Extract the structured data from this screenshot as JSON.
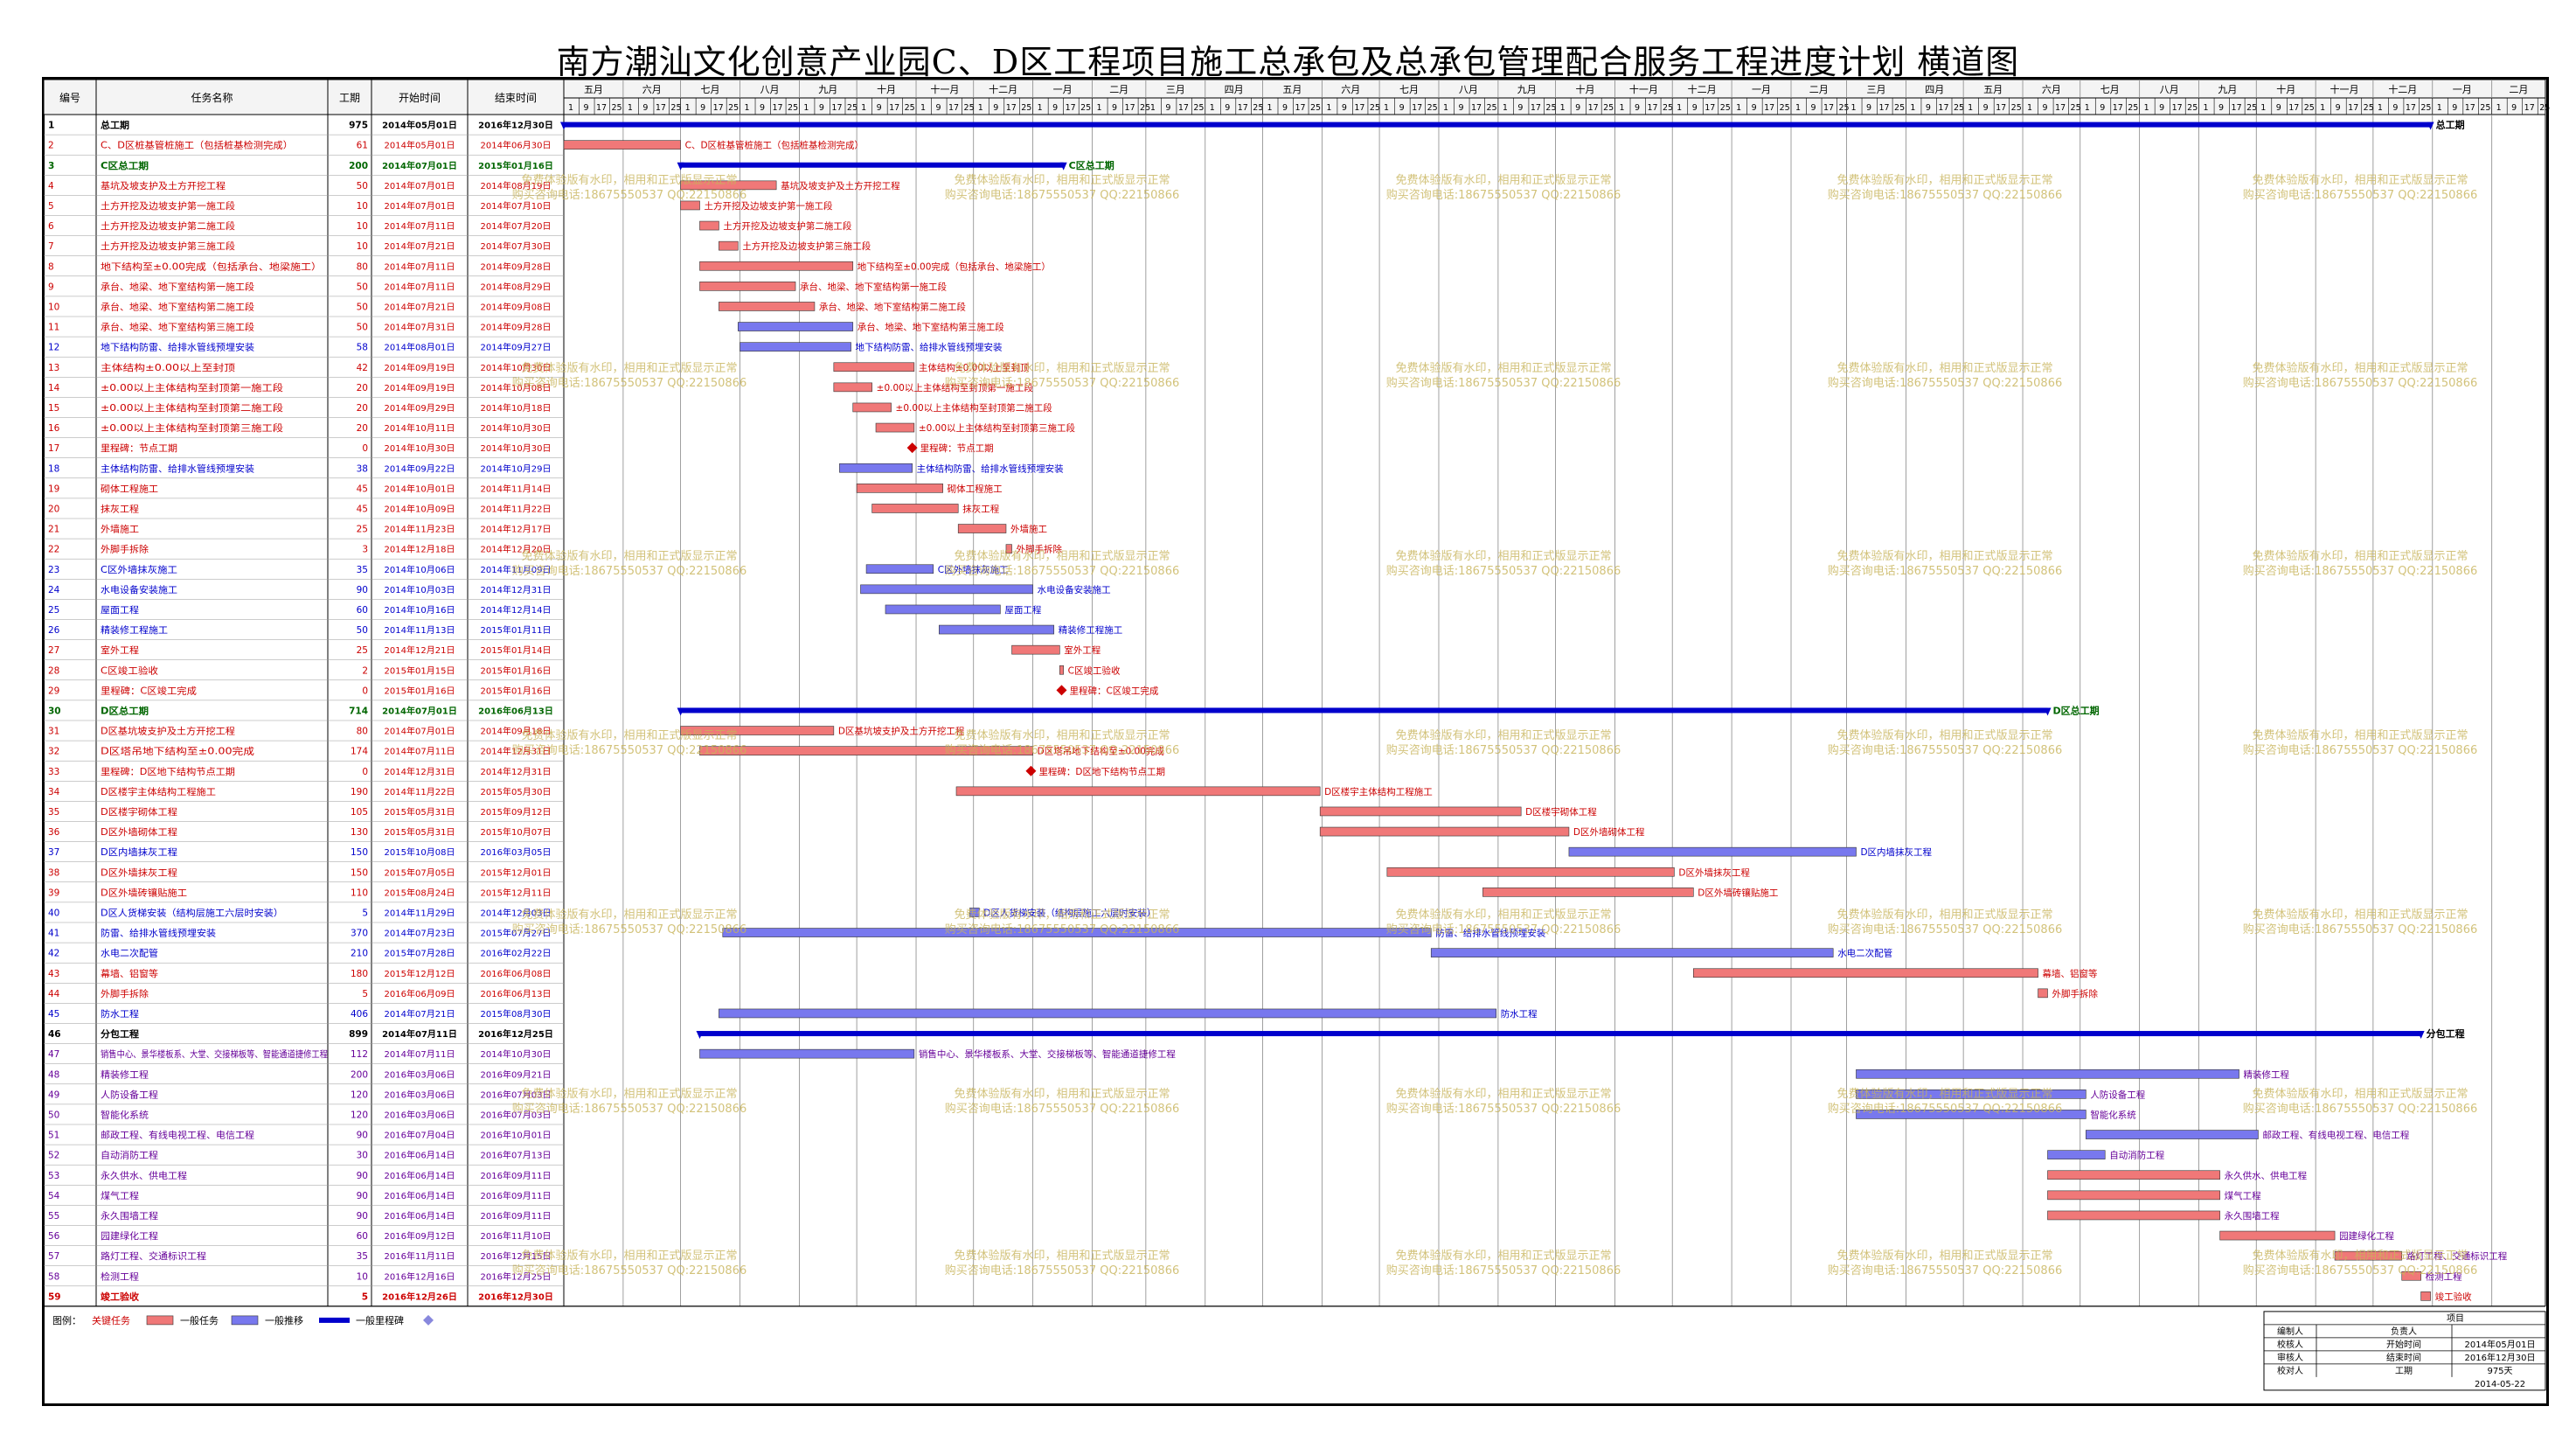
{
  "title": "南方潮汕文化创意产业园C、D区工程项目施工总承包及总承包管理配合服务工程进度计划 横道图",
  "watermark": {
    "line1": "免费体验版有水印，相用和正式版显示正常",
    "line2": "购买咨询电话:18675550537 QQ:22150866"
  },
  "colors": {
    "critical": "#f07878",
    "normal": "#7878ee",
    "summary": "#0000cc",
    "grid": "#888888",
    "red_text": "#cc0000",
    "blue_text": "#0000cc",
    "green_text": "#006600"
  },
  "columns": [
    "编号",
    "任务名称",
    "工期",
    "开始时间",
    "结束时间"
  ],
  "timeline_months": [
    "五月",
    "六月",
    "七月",
    "八月",
    "九月",
    "十月",
    "十一月",
    "十二月",
    "一月",
    "二月",
    "三月",
    "四月",
    "五月",
    "六月",
    "七月",
    "八月",
    "九月",
    "十月",
    "十一月",
    "十二月",
    "一月",
    "二月",
    "三月",
    "四月",
    "五月",
    "六月",
    "七月",
    "八月",
    "九月",
    "十月",
    "十一月",
    "十二月",
    "一月",
    "二月"
  ],
  "legend": {
    "title": "图例：",
    "critical": "关键任务",
    "normal_task": "一般任务",
    "normal_float": "一般推移",
    "milestone": "一般里程碑"
  },
  "info_box": {
    "header": "项目",
    "rows": [
      [
        "编制人",
        "负责人",
        ""
      ],
      [
        "校核人",
        "开始时间",
        "2014年05月01日"
      ],
      [
        "审核人",
        "结束时间",
        "2016年12月30日"
      ],
      [
        "校对人",
        "工期",
        "975天"
      ]
    ],
    "date": "2014-05-22"
  },
  "chart_data": {
    "type": "gantt",
    "x_range": [
      "2014-05-01",
      "2017-02-28"
    ],
    "tasks": [
      {
        "id": "1",
        "name": "总工期",
        "dur": "975",
        "start": "2014年05月01日",
        "end": "2016年12月30日",
        "s": "2014-05-01",
        "e": "2016-12-30",
        "kind": "summary",
        "label": "总工期",
        "style": "plain"
      },
      {
        "id": "2",
        "name": "C、D区桩基管桩施工（包括桩基检测完成）",
        "dur": "61",
        "start": "2014年05月01日",
        "end": "2014年06月30日",
        "s": "2014-05-01",
        "e": "2014-06-30",
        "kind": "critical",
        "label": "C、D区桩基管桩施工（包括桩基检测完成）",
        "style": "red"
      },
      {
        "id": "3",
        "name": "C区总工期",
        "dur": "200",
        "start": "2014年07月01日",
        "end": "2015年01月16日",
        "s": "2014-07-01",
        "e": "2015-01-16",
        "kind": "summary",
        "label": "C区总工期",
        "style": "green"
      },
      {
        "id": "4",
        "name": "基坑及坡支护及土方开挖工程",
        "dur": "50",
        "start": "2014年07月01日",
        "end": "2014年08月19日",
        "s": "2014-07-01",
        "e": "2014-08-19",
        "kind": "critical",
        "label": "基坑及坡支护及土方开挖工程",
        "style": "red"
      },
      {
        "id": "5",
        "name": "土方开挖及边坡支护第一施工段",
        "dur": "10",
        "start": "2014年07月01日",
        "end": "2014年07月10日",
        "s": "2014-07-01",
        "e": "2014-07-10",
        "kind": "critical",
        "label": "土方开挖及边坡支护第一施工段",
        "style": "red"
      },
      {
        "id": "6",
        "name": "土方开挖及边坡支护第二施工段",
        "dur": "10",
        "start": "2014年07月11日",
        "end": "2014年07月20日",
        "s": "2014-07-11",
        "e": "2014-07-20",
        "kind": "critical",
        "label": "土方开挖及边坡支护第二施工段",
        "style": "red"
      },
      {
        "id": "7",
        "name": "土方开挖及边坡支护第三施工段",
        "dur": "10",
        "start": "2014年07月21日",
        "end": "2014年07月30日",
        "s": "2014-07-21",
        "e": "2014-07-30",
        "kind": "critical",
        "label": "土方开挖及边坡支护第三施工段",
        "style": "red"
      },
      {
        "id": "8",
        "name": "地下结构至±0.00完成（包括承台、地梁施工）",
        "dur": "80",
        "start": "2014年07月11日",
        "end": "2014年09月28日",
        "s": "2014-07-11",
        "e": "2014-09-28",
        "kind": "critical",
        "label": "地下结构至±0.00完成（包括承台、地梁施工）",
        "style": "red"
      },
      {
        "id": "9",
        "name": "承台、地梁、地下室结构第一施工段",
        "dur": "50",
        "start": "2014年07月11日",
        "end": "2014年08月29日",
        "s": "2014-07-11",
        "e": "2014-08-29",
        "kind": "critical",
        "label": "承台、地梁、地下室结构第一施工段",
        "style": "red"
      },
      {
        "id": "10",
        "name": "承台、地梁、地下室结构第二施工段",
        "dur": "50",
        "start": "2014年07月21日",
        "end": "2014年09月08日",
        "s": "2014-07-21",
        "e": "2014-09-08",
        "kind": "critical",
        "label": "承台、地梁、地下室结构第二施工段",
        "style": "red"
      },
      {
        "id": "11",
        "name": "承台、地梁、地下室结构第三施工段",
        "dur": "50",
        "start": "2014年07月31日",
        "end": "2014年09月28日",
        "s": "2014-07-31",
        "e": "2014-09-28",
        "kind": "normal",
        "label": "承台、地梁、地下室结构第三施工段",
        "style": "red"
      },
      {
        "id": "12",
        "name": "地下结构防雷、给排水管线预埋安装",
        "dur": "58",
        "start": "2014年08月01日",
        "end": "2014年09月27日",
        "s": "2014-08-01",
        "e": "2014-09-27",
        "kind": "normal",
        "label": "地下结构防雷、给排水管线预埋安装",
        "style": "blue"
      },
      {
        "id": "13",
        "name": "主体结构±0.00以上至封顶",
        "dur": "42",
        "start": "2014年09月19日",
        "end": "2014年10月30日",
        "s": "2014-09-19",
        "e": "2014-10-30",
        "kind": "critical",
        "label": "主体结构±0.00以上至封顶",
        "style": "red"
      },
      {
        "id": "14",
        "name": "±0.00以上主体结构至封顶第一施工段",
        "dur": "20",
        "start": "2014年09月19日",
        "end": "2014年10月08日",
        "s": "2014-09-19",
        "e": "2014-10-08",
        "kind": "critical",
        "label": "±0.00以上主体结构至封顶第一施工段",
        "style": "red"
      },
      {
        "id": "15",
        "name": "±0.00以上主体结构至封顶第二施工段",
        "dur": "20",
        "start": "2014年09月29日",
        "end": "2014年10月18日",
        "s": "2014-09-29",
        "e": "2014-10-18",
        "kind": "critical",
        "label": "±0.00以上主体结构至封顶第二施工段",
        "style": "red"
      },
      {
        "id": "16",
        "name": "±0.00以上主体结构至封顶第三施工段",
        "dur": "20",
        "start": "2014年10月11日",
        "end": "2014年10月30日",
        "s": "2014-10-11",
        "e": "2014-10-30",
        "kind": "critical",
        "label": "±0.00以上主体结构至封顶第三施工段",
        "style": "red"
      },
      {
        "id": "17",
        "name": "里程碑：节点工期",
        "dur": "0",
        "start": "2014年10月30日",
        "end": "2014年10月30日",
        "s": "2014-10-30",
        "e": "2014-10-30",
        "kind": "milestone",
        "label": "里程碑：节点工期",
        "style": "red"
      },
      {
        "id": "18",
        "name": "主体结构防雷、给排水管线预埋安装",
        "dur": "38",
        "start": "2014年09月22日",
        "end": "2014年10月29日",
        "s": "2014-09-22",
        "e": "2014-10-29",
        "kind": "normal",
        "label": "主体结构防雷、给排水管线预埋安装",
        "style": "blue"
      },
      {
        "id": "19",
        "name": "砌体工程施工",
        "dur": "45",
        "start": "2014年10月01日",
        "end": "2014年11月14日",
        "s": "2014-10-01",
        "e": "2014-11-14",
        "kind": "critical",
        "label": "砌体工程施工",
        "style": "red"
      },
      {
        "id": "20",
        "name": "抹灰工程",
        "dur": "45",
        "start": "2014年10月09日",
        "end": "2014年11月22日",
        "s": "2014-10-09",
        "e": "2014-11-22",
        "kind": "critical",
        "label": "抹灰工程",
        "style": "red"
      },
      {
        "id": "21",
        "name": "外墙施工",
        "dur": "25",
        "start": "2014年11月23日",
        "end": "2014年12月17日",
        "s": "2014-11-23",
        "e": "2014-12-17",
        "kind": "critical",
        "label": "外墙施工",
        "style": "red"
      },
      {
        "id": "22",
        "name": "外脚手拆除",
        "dur": "3",
        "start": "2014年12月18日",
        "end": "2014年12月20日",
        "s": "2014-12-18",
        "e": "2014-12-20",
        "kind": "critical",
        "label": "外脚手拆除",
        "style": "red"
      },
      {
        "id": "23",
        "name": "C区外墙抹灰施工",
        "dur": "35",
        "start": "2014年10月06日",
        "end": "2014年11月09日",
        "s": "2014-10-06",
        "e": "2014-11-09",
        "kind": "normal",
        "label": "C区外墙抹灰施工",
        "style": "blue"
      },
      {
        "id": "24",
        "name": "水电设备安装施工",
        "dur": "90",
        "start": "2014年10月03日",
        "end": "2014年12月31日",
        "s": "2014-10-03",
        "e": "2014-12-31",
        "kind": "normal",
        "label": "水电设备安装施工",
        "style": "blue"
      },
      {
        "id": "25",
        "name": "屋面工程",
        "dur": "60",
        "start": "2014年10月16日",
        "end": "2014年12月14日",
        "s": "2014-10-16",
        "e": "2014-12-14",
        "kind": "normal",
        "label": "屋面工程",
        "style": "blue"
      },
      {
        "id": "26",
        "name": "精装修工程施工",
        "dur": "50",
        "start": "2014年11月13日",
        "end": "2015年01月11日",
        "s": "2014-11-13",
        "e": "2015-01-11",
        "kind": "normal",
        "label": "精装修工程施工",
        "style": "blue"
      },
      {
        "id": "27",
        "name": "室外工程",
        "dur": "25",
        "start": "2014年12月21日",
        "end": "2015年01月14日",
        "s": "2014-12-21",
        "e": "2015-01-14",
        "kind": "critical",
        "label": "室外工程",
        "style": "red"
      },
      {
        "id": "28",
        "name": "C区竣工验收",
        "dur": "2",
        "start": "2015年01月15日",
        "end": "2015年01月16日",
        "s": "2015-01-15",
        "e": "2015-01-16",
        "kind": "critical",
        "label": "C区竣工验收",
        "style": "red"
      },
      {
        "id": "29",
        "name": "里程碑：C区竣工完成",
        "dur": "0",
        "start": "2015年01月16日",
        "end": "2015年01月16日",
        "s": "2015-01-16",
        "e": "2015-01-16",
        "kind": "milestone",
        "label": "里程碑：C区竣工完成",
        "style": "red"
      },
      {
        "id": "30",
        "name": "D区总工期",
        "dur": "714",
        "start": "2014年07月01日",
        "end": "2016年06月13日",
        "s": "2014-07-01",
        "e": "2016-06-13",
        "kind": "summary",
        "label": "D区总工期",
        "style": "green"
      },
      {
        "id": "31",
        "name": "D区基坑坡支护及土方开挖工程",
        "dur": "80",
        "start": "2014年07月01日",
        "end": "2014年09月18日",
        "s": "2014-07-01",
        "e": "2014-09-18",
        "kind": "critical",
        "label": "D区基坑坡支护及土方开挖工程",
        "style": "red"
      },
      {
        "id": "32",
        "name": "D区塔吊地下结构至±0.00完成",
        "dur": "174",
        "start": "2014年07月11日",
        "end": "2014年12月31日",
        "s": "2014-07-11",
        "e": "2014-12-31",
        "kind": "critical",
        "label": "D区塔吊地下结构至±0.00完成",
        "style": "red"
      },
      {
        "id": "33",
        "name": "里程碑：D区地下结构节点工期",
        "dur": "0",
        "start": "2014年12月31日",
        "end": "2014年12月31日",
        "s": "2014-12-31",
        "e": "2014-12-31",
        "kind": "milestone",
        "label": "里程碑：D区地下结构节点工期",
        "style": "red"
      },
      {
        "id": "34",
        "name": "D区楼宇主体结构工程施工",
        "dur": "190",
        "start": "2014年11月22日",
        "end": "2015年05月30日",
        "s": "2014-11-22",
        "e": "2015-05-30",
        "kind": "critical",
        "label": "D区楼宇主体结构工程施工",
        "style": "red"
      },
      {
        "id": "35",
        "name": "D区楼宇砌体工程",
        "dur": "105",
        "start": "2015年05月31日",
        "end": "2015年09月12日",
        "s": "2015-05-31",
        "e": "2015-09-12",
        "kind": "critical",
        "label": "D区楼宇砌体工程",
        "style": "red"
      },
      {
        "id": "36",
        "name": "D区外墙砌体工程",
        "dur": "130",
        "start": "2015年05月31日",
        "end": "2015年10月07日",
        "s": "2015-05-31",
        "e": "2015-10-07",
        "kind": "critical",
        "label": "D区外墙砌体工程",
        "style": "red"
      },
      {
        "id": "37",
        "name": "D区内墙抹灰工程",
        "dur": "150",
        "start": "2015年10月08日",
        "end": "2016年03月05日",
        "s": "2015-10-08",
        "e": "2016-03-05",
        "kind": "normal",
        "label": "D区内墙抹灰工程",
        "style": "blue"
      },
      {
        "id": "38",
        "name": "D区外墙抹灰工程",
        "dur": "150",
        "start": "2015年07月05日",
        "end": "2015年12月01日",
        "s": "2015-07-05",
        "e": "2015-12-01",
        "kind": "critical",
        "label": "D区外墙抹灰工程",
        "style": "red"
      },
      {
        "id": "39",
        "name": "D区外墙砖镶贴施工",
        "dur": "110",
        "start": "2015年08月24日",
        "end": "2015年12月11日",
        "s": "2015-08-24",
        "e": "2015-12-11",
        "kind": "critical",
        "label": "D区外墙砖镶贴施工",
        "style": "red"
      },
      {
        "id": "40",
        "name": "D区人货梯安装（结构层施工六层时安装）",
        "dur": "5",
        "start": "2014年11月29日",
        "end": "2014年12月03日",
        "s": "2014-11-29",
        "e": "2014-12-03",
        "kind": "normal",
        "label": "D区人货梯安装（结构层施工六层时安装）",
        "style": "blue"
      },
      {
        "id": "41",
        "name": "防雷、给排水管线预埋安装",
        "dur": "370",
        "start": "2014年07月23日",
        "end": "2015年07月27日",
        "s": "2014-07-23",
        "e": "2015-07-27",
        "kind": "normal",
        "label": "防雷、给排水管线预埋安装",
        "style": "blue"
      },
      {
        "id": "42",
        "name": "水电二次配管",
        "dur": "210",
        "start": "2015年07月28日",
        "end": "2016年02月22日",
        "s": "2015-07-28",
        "e": "2016-02-22",
        "kind": "normal",
        "label": "水电二次配管",
        "style": "blue"
      },
      {
        "id": "43",
        "name": "幕墙、铝窗等",
        "dur": "180",
        "start": "2015年12月12日",
        "end": "2016年06月08日",
        "s": "2015-12-12",
        "e": "2016-06-08",
        "kind": "critical",
        "label": "幕墙、铝窗等",
        "style": "red"
      },
      {
        "id": "44",
        "name": "外脚手拆除",
        "dur": "5",
        "start": "2016年06月09日",
        "end": "2016年06月13日",
        "s": "2016-06-09",
        "e": "2016-06-13",
        "kind": "critical",
        "label": "外脚手拆除",
        "style": "red"
      },
      {
        "id": "45",
        "name": "防水工程",
        "dur": "406",
        "start": "2014年07月21日",
        "end": "2015年08月30日",
        "s": "2014-07-21",
        "e": "2015-08-30",
        "kind": "normal",
        "label": "防水工程",
        "style": "blue"
      },
      {
        "id": "46",
        "name": "分包工程",
        "dur": "899",
        "start": "2014年07月11日",
        "end": "2016年12月25日",
        "s": "2014-07-11",
        "e": "2016-12-25",
        "kind": "summary",
        "label": "分包工程",
        "style": "plain"
      },
      {
        "id": "47",
        "name": "销售中心、景华楼板系、大堂、交接梯板等、智能通道捷修工程",
        "dur": "112",
        "start": "2014年07月11日",
        "end": "2014年10月30日",
        "s": "2014-07-11",
        "e": "2014-10-30",
        "kind": "normal",
        "label": "销售中心、景华楼板系、大堂、交接梯板等、智能通道捷修工程",
        "style": "purple"
      },
      {
        "id": "48",
        "name": "精装修工程",
        "dur": "200",
        "start": "2016年03月06日",
        "end": "2016年09月21日",
        "s": "2016-03-06",
        "e": "2016-09-21",
        "kind": "normal",
        "label": "精装修工程",
        "style": "purple"
      },
      {
        "id": "49",
        "name": "人防设备工程",
        "dur": "120",
        "start": "2016年03月06日",
        "end": "2016年07月03日",
        "s": "2016-03-06",
        "e": "2016-07-03",
        "kind": "normal",
        "label": "人防设备工程",
        "style": "purple"
      },
      {
        "id": "50",
        "name": "智能化系统",
        "dur": "120",
        "start": "2016年03月06日",
        "end": "2016年07月03日",
        "s": "2016-03-06",
        "e": "2016-07-03",
        "kind": "normal",
        "label": "智能化系统",
        "style": "purple"
      },
      {
        "id": "51",
        "name": "邮政工程、有线电视工程、电信工程",
        "dur": "90",
        "start": "2016年07月04日",
        "end": "2016年10月01日",
        "s": "2016-07-04",
        "e": "2016-10-01",
        "kind": "normal",
        "label": "邮政工程、有线电视工程、电信工程",
        "style": "purple"
      },
      {
        "id": "52",
        "name": "自动消防工程",
        "dur": "30",
        "start": "2016年06月14日",
        "end": "2016年07月13日",
        "s": "2016-06-14",
        "e": "2016-07-13",
        "kind": "normal",
        "label": "自动消防工程",
        "style": "purple"
      },
      {
        "id": "53",
        "name": "永久供水、供电工程",
        "dur": "90",
        "start": "2016年06月14日",
        "end": "2016年09月11日",
        "s": "2016-06-14",
        "e": "2016-09-11",
        "kind": "critical",
        "label": "永久供水、供电工程",
        "style": "purple"
      },
      {
        "id": "54",
        "name": "煤气工程",
        "dur": "90",
        "start": "2016年06月14日",
        "end": "2016年09月11日",
        "s": "2016-06-14",
        "e": "2016-09-11",
        "kind": "critical",
        "label": "煤气工程",
        "style": "purple"
      },
      {
        "id": "55",
        "name": "永久围墙工程",
        "dur": "90",
        "start": "2016年06月14日",
        "end": "2016年09月11日",
        "s": "2016-06-14",
        "e": "2016-09-11",
        "kind": "critical",
        "label": "永久围墙工程",
        "style": "purple"
      },
      {
        "id": "56",
        "name": "园建绿化工程",
        "dur": "60",
        "start": "2016年09月12日",
        "end": "2016年11月10日",
        "s": "2016-09-12",
        "e": "2016-11-10",
        "kind": "critical",
        "label": "园建绿化工程",
        "style": "purple"
      },
      {
        "id": "57",
        "name": "路灯工程、交通标识工程",
        "dur": "35",
        "start": "2016年11月11日",
        "end": "2016年12月15日",
        "s": "2016-11-11",
        "e": "2016-12-15",
        "kind": "critical",
        "label": "路灯工程、交通标识工程",
        "style": "purple"
      },
      {
        "id": "58",
        "name": "检测工程",
        "dur": "10",
        "start": "2016年12月16日",
        "end": "2016年12月25日",
        "s": "2016-12-16",
        "e": "2016-12-25",
        "kind": "critical",
        "label": "检测工程",
        "style": "purple"
      },
      {
        "id": "59",
        "name": "竣工验收",
        "dur": "5",
        "start": "2016年12月26日",
        "end": "2016年12月30日",
        "s": "2016-12-26",
        "e": "2016-12-30",
        "kind": "critical",
        "label": "竣工验收",
        "style": "redbold"
      }
    ]
  }
}
